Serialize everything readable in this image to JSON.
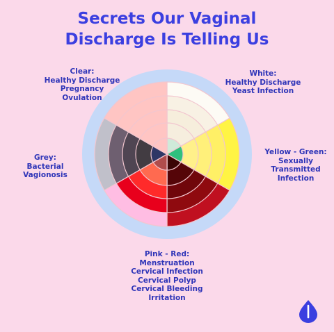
{
  "title": {
    "line1": "Secrets Our Vaginal",
    "line2": "Discharge Is Telling Us"
  },
  "labels": {
    "clear": {
      "heading": "Clear:",
      "items": [
        "Healthy Discharge",
        "Pregnancy",
        "Ovulation"
      ]
    },
    "white": {
      "heading": "White:",
      "items": [
        "Healthy Discharge",
        "Yeast Infection"
      ]
    },
    "yellow": {
      "heading": "Yellow - Green:",
      "items": [
        "Sexually",
        "Transmitted",
        "Infection"
      ]
    },
    "grey": {
      "heading": "Grey:",
      "items": [
        "Bacterial",
        "Vagionosis"
      ]
    },
    "pink": {
      "heading": "Pink - Red:",
      "items": [
        "Menstruation",
        "Cervical Infection",
        "Cervical Polyp",
        "Cervical Bleeding",
        "Irritation"
      ]
    }
  },
  "colors": {
    "background": "#fbd9ea",
    "title": "#3b3fe0",
    "label": "#2f35b8",
    "outer_ring": "#c5d9f8",
    "separator": "#f2c6cf",
    "logo": "#3b3fe0"
  },
  "wheel": {
    "sectors": [
      {
        "name": "white",
        "start": 0,
        "end": 60,
        "colors": [
          "#cfead9",
          "#f6eede",
          "#f6eedc",
          "#f8f1e4",
          "#fdfbf5"
        ]
      },
      {
        "name": "yellow",
        "start": 60,
        "end": 120,
        "colors": [
          "#2fc07e",
          "#fff08a",
          "#fff07a",
          "#fff066",
          "#fff444"
        ]
      },
      {
        "name": "red",
        "start": 120,
        "end": 180,
        "colors": [
          "#3b0505",
          "#550508",
          "#70060b",
          "#8f0a0f",
          "#c01020"
        ]
      },
      {
        "name": "pink",
        "start": 180,
        "end": 240,
        "colors": [
          "#b04c4c",
          "#ff6a50",
          "#ff2a2a",
          "#e8001c",
          "#ffbde3"
        ]
      },
      {
        "name": "grey",
        "start": 240,
        "end": 300,
        "colors": [
          "#2f3766",
          "#423c42",
          "#4f4552",
          "#6e5f70",
          "#c0c0ca"
        ]
      },
      {
        "name": "clear",
        "start": 300,
        "end": 360,
        "colors": [
          "#ffc5c3",
          "#ffc5c3",
          "#ffc5c3",
          "#ffc5c3",
          "#ffc5c3"
        ]
      }
    ]
  },
  "logo_icon": "drop-icon"
}
